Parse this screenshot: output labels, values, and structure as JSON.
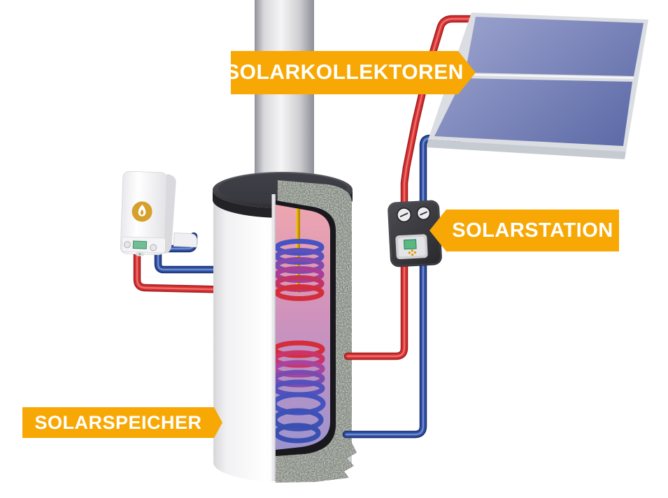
{
  "labels": {
    "collectors": "SOLARKOLLEKTOREN",
    "station": "SOLARSTATION",
    "storage": "SOLARSPEICHER"
  },
  "colors": {
    "banner_orange": "#F7A805",
    "banner_text": "#FFFFFF",
    "pipe_hot_red": "#D63030",
    "pipe_cold_blue": "#2D4FA0",
    "collector_panel_blue": "#7B87BE",
    "collector_frame_gray": "#DADDE2",
    "tank_lid_dark": "#3A3A40",
    "tank_shell_white": "#F4F4F6",
    "insulation_gray": "#868C84",
    "interior_warm_pink": "#ECA4AE",
    "interior_cool_violet": "#9C94CE",
    "coil_hot": "#D42E3D",
    "coil_cold": "#4753C2",
    "flame_badge_gold": "#D5A02B",
    "display_green": "#5AB883",
    "station_housing": "#3A3A3E",
    "background": "#FFFFFF"
  },
  "components": {
    "collectors": "Two flat-plate solar collector panels",
    "station": "Solar pump station with two round gauges and controller display",
    "storage": "Cutaway solar storage tank with upper and lower heat-exchanger coils and sensor rod",
    "boiler": "Wall-mounted gas boiler with flame emblem, green display and two knobs",
    "flue": "Vertical flue pipe behind the storage tank"
  }
}
